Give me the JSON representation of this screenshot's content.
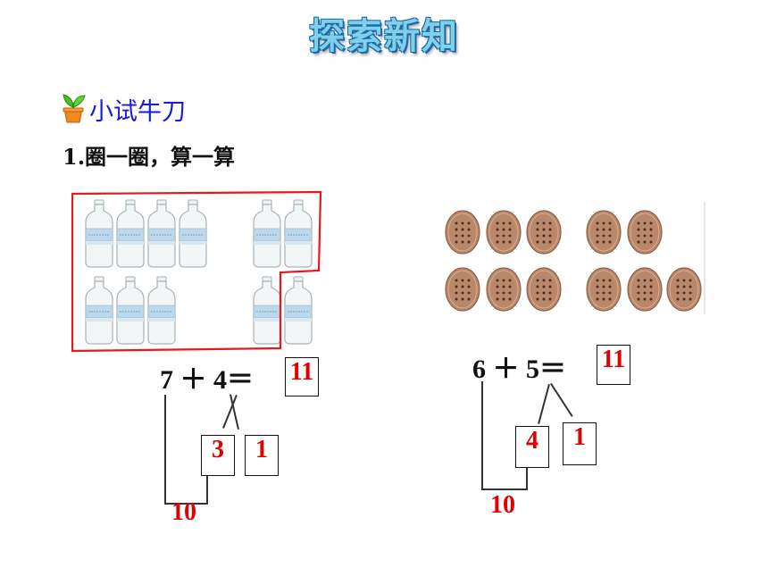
{
  "header": {
    "title": "探索新知"
  },
  "section": {
    "title": "小试牛刀",
    "icon": "sprout-pot-icon"
  },
  "task": {
    "title": "1.圈一圈，算一算"
  },
  "left_problem": {
    "equation": "7 ＋ 4＝",
    "answer": "11",
    "split_a": "3",
    "split_b": "1",
    "ten": "10",
    "top_row_bottles": 6,
    "bottom_row_bottles": 5,
    "circle_color": "#e8181f"
  },
  "right_problem": {
    "equation": "6 ＋ 5＝",
    "answer": "11",
    "split_a": "4",
    "split_b": "1",
    "ten": "10",
    "top_row_cookies": 5,
    "bottom_row_cookies": 6
  },
  "colors": {
    "red": "#e00000",
    "title_blue": "#1a1ad6",
    "cookie": "#b78b6a"
  }
}
